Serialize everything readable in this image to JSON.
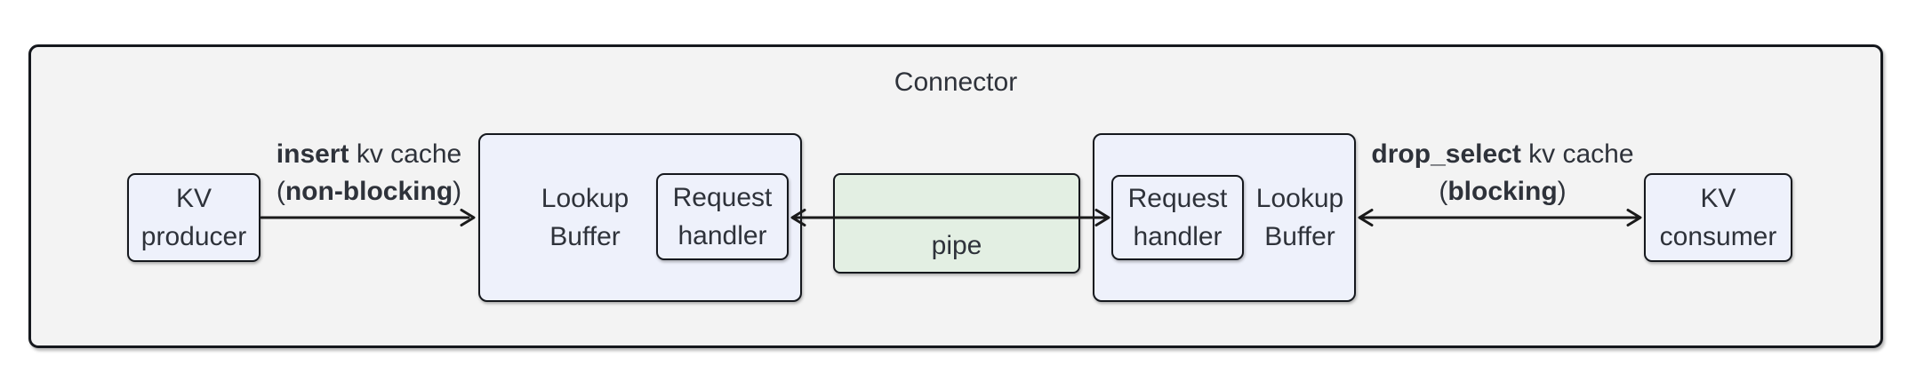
{
  "colors": {
    "canvas_bg": "#ffffff",
    "connector_bg": "#f3f3f3",
    "node_bg": "#eef1fb",
    "pipe_bg": "#e3efe3",
    "border": "#15181d",
    "text": "#2e323a",
    "arrow": "#1a1a1a"
  },
  "connector": {
    "title": "Connector"
  },
  "nodes": {
    "kv_producer": {
      "line1": "KV",
      "line2": "producer"
    },
    "lookup_buffer_left": {
      "line1": "Lookup",
      "line2": "Buffer"
    },
    "request_handler_left": {
      "line1": "Request",
      "line2": "handler"
    },
    "pipe": {
      "label": "pipe"
    },
    "request_handler_right": {
      "line1": "Request",
      "line2": "handler"
    },
    "lookup_buffer_right": {
      "line1": "Lookup",
      "line2": "Buffer"
    },
    "kv_consumer": {
      "line1": "KV",
      "line2": "consumer"
    }
  },
  "edges": {
    "insert": {
      "line1_bold": "insert",
      "line1_rest": " kv cache",
      "line2_pre": "(",
      "line2_bold": "non-blocking",
      "line2_post": ")"
    },
    "drop_select": {
      "line1_bold": "drop_select",
      "line1_rest": " kv cache",
      "line2_pre": "(",
      "line2_bold": "blocking",
      "line2_post": ")"
    }
  }
}
